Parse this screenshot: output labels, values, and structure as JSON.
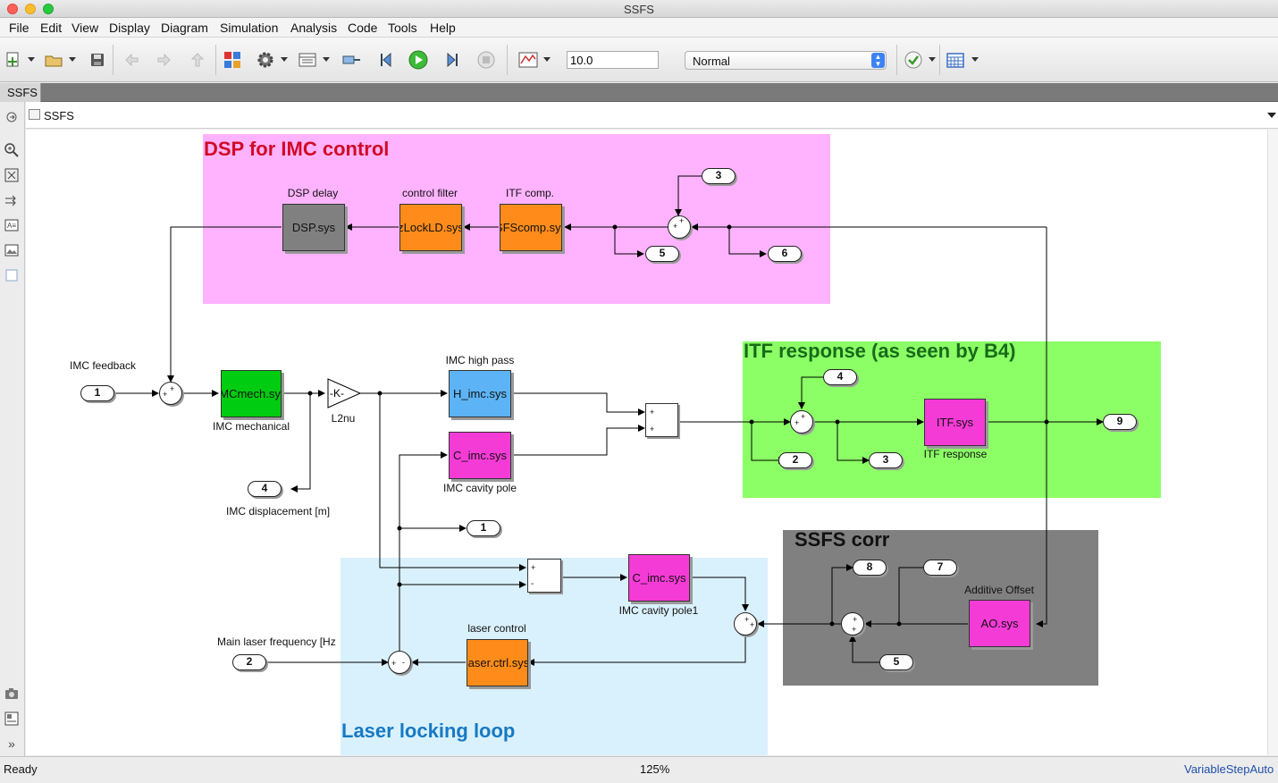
{
  "window": {
    "title": "SSFS"
  },
  "menu": [
    "File",
    "Edit",
    "View",
    "Display",
    "Diagram",
    "Simulation",
    "Analysis",
    "Code",
    "Tools",
    "Help"
  ],
  "toolbar": {
    "stop_time": "10.0",
    "sim_mode": "Normal"
  },
  "tab": {
    "label": "SSFS"
  },
  "breadcrumb": {
    "path": "SSFS"
  },
  "areas": {
    "dsp": {
      "title": "DSP for IMC control",
      "color": "#ffb3ff",
      "title_color": "#d10a27"
    },
    "itf": {
      "title": "ITF response (as seen by B4)",
      "color": "#8cff66",
      "title_color": "#186b1a"
    },
    "ssfs": {
      "title": "SSFS corr",
      "color": "#808080",
      "title_color": "#111111"
    },
    "laser": {
      "title": "Laser locking loop",
      "color": "#d9f1fc",
      "title_color": "#1679c3"
    }
  },
  "blocks": {
    "dsp_delay": {
      "label": "DSP.sys",
      "caption": "DSP delay",
      "color": "#808080"
    },
    "control_filter": {
      "label": "zLockLD.sys",
      "caption": "control filter",
      "color": "#ff8c1a"
    },
    "itf_comp": {
      "label": "SFScomp.sys",
      "caption": "ITF comp.",
      "color": "#ff8c1a"
    },
    "imc_mech": {
      "label": "IMCmech.sys",
      "caption": "IMC mechanical",
      "color": "#00cc11"
    },
    "gain": {
      "label": "-K-",
      "caption": "L2nu"
    },
    "imc_hp": {
      "label": "H_imc.sys",
      "caption": "IMC high pass",
      "color": "#5cb3f5"
    },
    "imc_cav": {
      "label": "C_imc.sys",
      "caption": "IMC cavity pole",
      "color": "#f53bd6"
    },
    "imc_cav1": {
      "label": "C_imc.sys",
      "caption": "IMC cavity pole1",
      "color": "#f53bd6"
    },
    "itf": {
      "label": "ITF.sys",
      "caption": "ITF response",
      "color": "#f53bd6"
    },
    "ao": {
      "label": "AO.sys",
      "caption": "Additive Offset",
      "color": "#f53bd6"
    },
    "laser_ctrl": {
      "label": "laser.ctrl.sys",
      "caption": "laser control",
      "color": "#ff8c1a"
    }
  },
  "ports": {
    "in_imc_feedback": {
      "num": "1",
      "label": "IMC feedback"
    },
    "in_main_laser": {
      "num": "2",
      "label": "Main laser frequency [Hz"
    },
    "out_imc_disp": {
      "num": "4",
      "label": "IMC displacement [m]"
    },
    "out_1": {
      "num": "1"
    },
    "in_3_dsp": {
      "num": "3"
    },
    "out_5_dsp": {
      "num": "5"
    },
    "out_6": {
      "num": "6"
    },
    "in_4_itf": {
      "num": "4"
    },
    "out_2": {
      "num": "2"
    },
    "out_3_itf": {
      "num": "3"
    },
    "out_9": {
      "num": "9"
    },
    "out_8": {
      "num": "8"
    },
    "out_7": {
      "num": "7"
    },
    "in_5_ssfs": {
      "num": "5"
    }
  },
  "status": {
    "left": "Ready",
    "zoom": "125%",
    "solver": "VariableStepAuto"
  }
}
